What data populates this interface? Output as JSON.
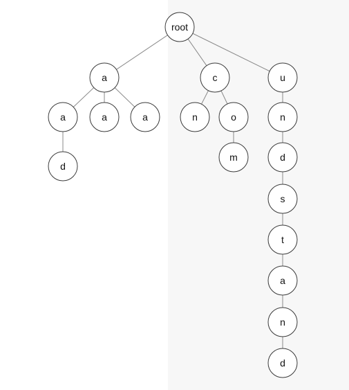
{
  "diagram": {
    "type": "tree",
    "colors": {
      "node_stroke": "#3a3a3a",
      "edge": "#8a8a8a",
      "background": "#ffffff",
      "panel": "#f7f7f7"
    },
    "nodes": [
      {
        "id": "n0",
        "label": "root"
      },
      {
        "id": "n1",
        "label": "a"
      },
      {
        "id": "n2",
        "label": "c"
      },
      {
        "id": "n3",
        "label": "u"
      },
      {
        "id": "n4",
        "label": "a"
      },
      {
        "id": "n5",
        "label": "a"
      },
      {
        "id": "n6",
        "label": "a"
      },
      {
        "id": "n7",
        "label": "d"
      },
      {
        "id": "n8",
        "label": "n"
      },
      {
        "id": "n9",
        "label": "o"
      },
      {
        "id": "n10",
        "label": "m"
      },
      {
        "id": "n11",
        "label": "n"
      },
      {
        "id": "n12",
        "label": "d"
      },
      {
        "id": "n13",
        "label": "s"
      },
      {
        "id": "n14",
        "label": "t"
      },
      {
        "id": "n15",
        "label": "a"
      },
      {
        "id": "n16",
        "label": "n"
      },
      {
        "id": "n17",
        "label": "d"
      }
    ],
    "edges": [
      [
        "n0",
        "n1"
      ],
      [
        "n0",
        "n2"
      ],
      [
        "n0",
        "n3"
      ],
      [
        "n1",
        "n4"
      ],
      [
        "n1",
        "n5"
      ],
      [
        "n1",
        "n6"
      ],
      [
        "n4",
        "n7"
      ],
      [
        "n2",
        "n8"
      ],
      [
        "n2",
        "n9"
      ],
      [
        "n9",
        "n10"
      ],
      [
        "n3",
        "n11"
      ],
      [
        "n11",
        "n12"
      ],
      [
        "n12",
        "n13"
      ],
      [
        "n13",
        "n14"
      ],
      [
        "n14",
        "n15"
      ],
      [
        "n15",
        "n16"
      ],
      [
        "n16",
        "n17"
      ]
    ]
  }
}
